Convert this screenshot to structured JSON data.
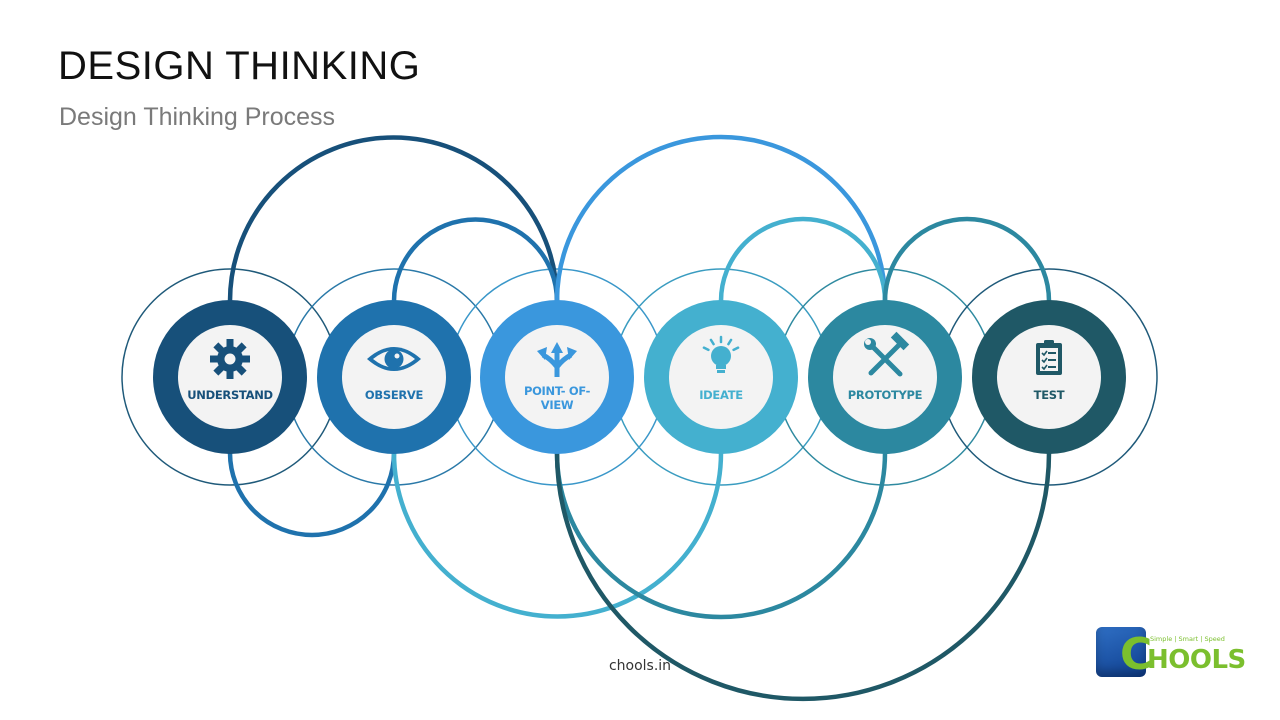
{
  "header": {
    "title": "DESIGN THINKING",
    "subtitle": "Design Thinking Process"
  },
  "steps": [
    {
      "label_lines": [
        "UNDERSTAND"
      ],
      "icon": "gear-icon",
      "color": "#17507a"
    },
    {
      "label_lines": [
        "OBSERVE"
      ],
      "icon": "eye-icon",
      "color": "#1f72ad"
    },
    {
      "label_lines": [
        "POINT- OF-",
        "VIEW"
      ],
      "icon": "split-arrows-icon",
      "color": "#3a97dd"
    },
    {
      "label_lines": [
        "IDEATE"
      ],
      "icon": "lightbulb-icon",
      "color": "#44b0cf"
    },
    {
      "label_lines": [
        "PROTOTYPE"
      ],
      "icon": "tools-icon",
      "color": "#2c88a0"
    },
    {
      "label_lines": [
        "TEST"
      ],
      "icon": "clipboard-icon",
      "color": "#1f5866"
    }
  ],
  "colors": {
    "outer_ring": "#1f5a7a",
    "thin_ring_light": "#3a9cc0",
    "inner_disc": "#f3f3f3"
  },
  "footer": {
    "url": "chools.in"
  },
  "logo": {
    "letter": "C",
    "word": "HOOLS",
    "tagline": "Simple | Smart | Speed"
  }
}
